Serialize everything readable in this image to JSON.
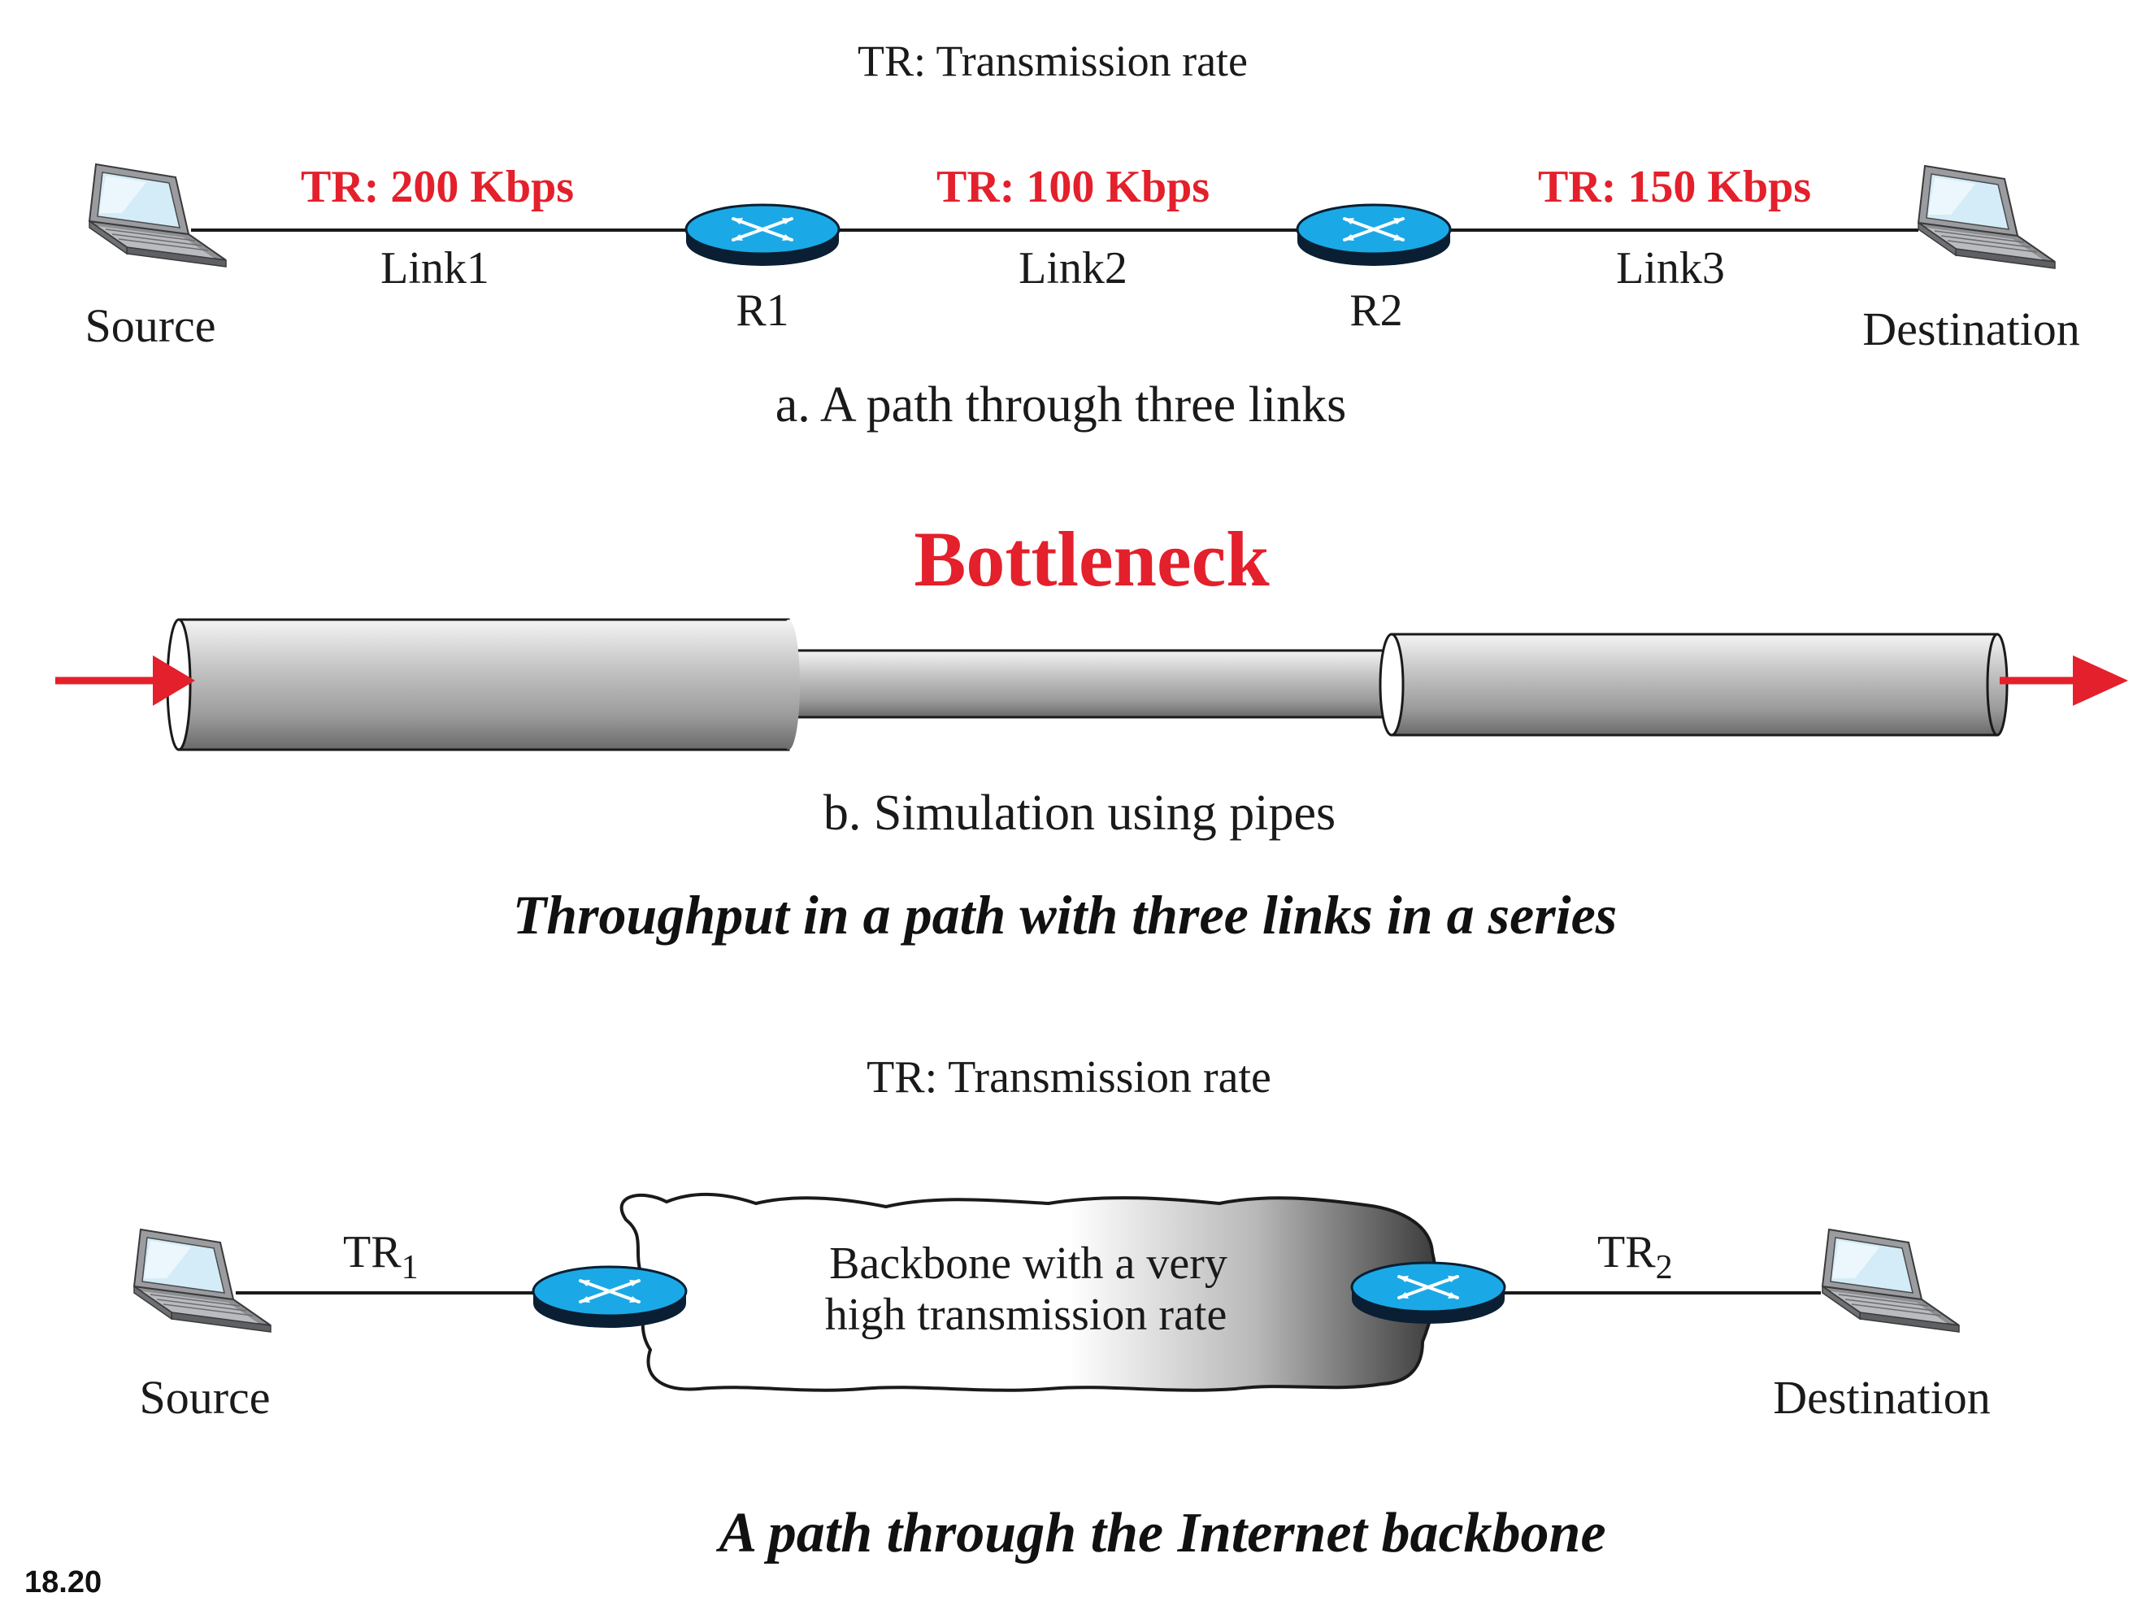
{
  "diagram_top": {
    "legend": "TR: Transmission rate",
    "links": [
      {
        "rate": "TR: 200 Kbps",
        "name": "Link1"
      },
      {
        "rate": "TR: 100 Kbps",
        "name": "Link2"
      },
      {
        "rate": "TR: 150 Kbps",
        "name": "Link3"
      }
    ],
    "routers": [
      "R1",
      "R2"
    ],
    "source": "Source",
    "destination": "Destination",
    "caption_a": "a. A path through three links",
    "bottleneck": "Bottleneck",
    "caption_b": "b. Simulation using pipes",
    "title": "Throughput in a path with three links in a series"
  },
  "diagram_bottom": {
    "legend": "TR: Transmission rate",
    "tr1_base": "TR",
    "tr1_sub": "1",
    "tr2_base": "TR",
    "tr2_sub": "2",
    "cloud_line1": "Backbone with a very",
    "cloud_line2": "high transmission rate",
    "source": "Source",
    "destination": "Destination",
    "title": "A path through the Internet backbone"
  },
  "figure_number": "18.20",
  "colors": {
    "accent_red": "#e3202b",
    "router_blue": "#1aa9e6",
    "router_dark": "#0a1f33",
    "pipe_gray": "#a9a9a9"
  },
  "icons": [
    "laptop-icon",
    "router-icon",
    "cloud-icon",
    "arrow-icon"
  ]
}
